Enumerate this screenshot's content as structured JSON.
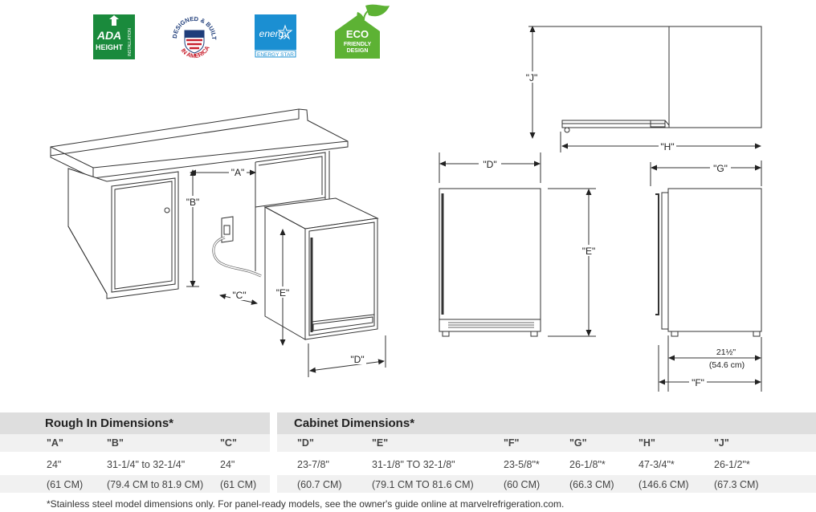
{
  "badges": {
    "ada": {
      "line1": "ADA",
      "line2": "HEIGHT",
      "side": "INSTALLATION",
      "color": "#1a8a3c"
    },
    "usa": {
      "arc_top": "DESIGNED & BUILT",
      "arc_bottom": "IN AMERICA",
      "red": "#c8202e",
      "blue": "#1f3d7a"
    },
    "energy": {
      "script": "energy",
      "label": "ENERGY STAR",
      "color": "#1b8fd2"
    },
    "eco": {
      "line1": "ECO",
      "line2": "FRIENDLY",
      "line3": "DESIGN",
      "color": "#5db234"
    }
  },
  "diagram_labels": {
    "A": "\"A\"",
    "B": "\"B\"",
    "C": "\"C\"",
    "D_install": "\"D\"",
    "E_install": "\"E\"",
    "D_front": "\"D\"",
    "E_front": "\"E\"",
    "J": "\"J\"",
    "H": "\"H\"",
    "G": "\"G\"",
    "F": "\"F\"",
    "depth_in": "21½\"",
    "depth_cm": "(54.6 cm)"
  },
  "rough_in": {
    "title": "Rough In Dimensions*",
    "headers": [
      "\"A\"",
      "\"B\"",
      "\"C\""
    ],
    "row_in": [
      "24\"",
      "31-1/4\" to 32-1/4\"",
      "24\""
    ],
    "row_cm": [
      "(61 CM)",
      "(79.4 CM to 81.9 CM)",
      "(61 CM)"
    ]
  },
  "cabinet": {
    "title": "Cabinet Dimensions*",
    "headers": [
      "\"D\"",
      "\"E\"",
      "\"F\"",
      "\"G\"",
      "\"H\"",
      "\"J\""
    ],
    "row_in": [
      "23-7/8\"",
      "31-1/8\" TO 32-1/8\"",
      "23-5/8\"*",
      "26-1/8\"*",
      "47-3/4\"*",
      "26-1/2\"*"
    ],
    "row_cm": [
      "(60.7 CM)",
      "(79.1 CM TO 81.6 CM)",
      "(60 CM)",
      "(66.3 CM)",
      "(146.6 CM)",
      "(67.3 CM)"
    ]
  },
  "footnote": "*Stainless steel model dimensions only. For panel-ready models, see the owner's guide online at marvelrefrigeration.com."
}
